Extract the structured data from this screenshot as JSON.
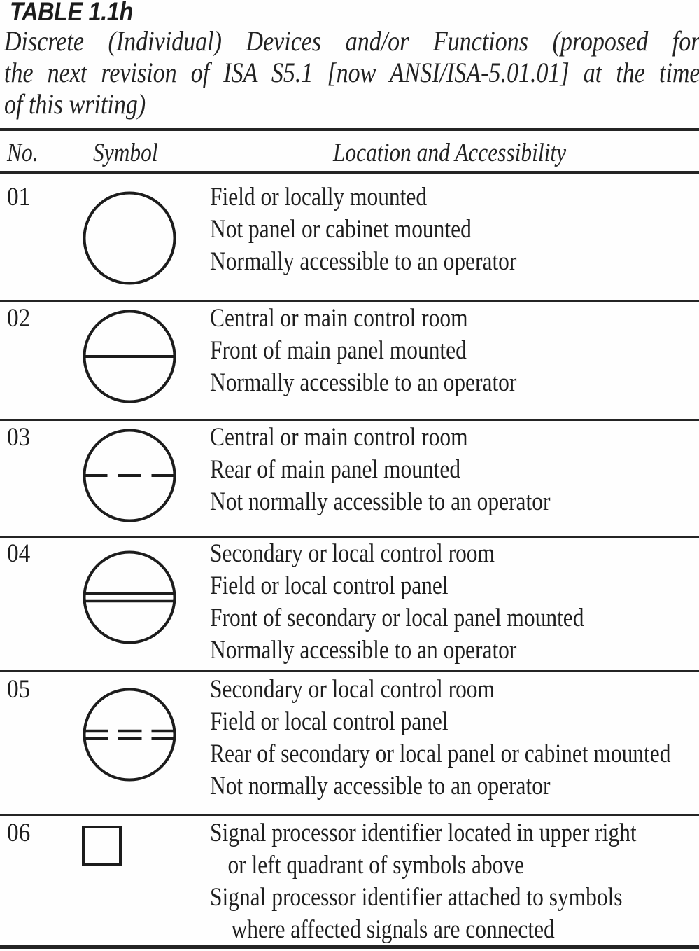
{
  "header": {
    "table_label": "TABLE 1.1h",
    "subtitle_lines": [
      "Discrete (Individual) Devices and/or Functions (proposed for",
      "the next revision of ISA S5.1 [now ANSI/ISA-5.01.01] at the time",
      "of this writing)"
    ]
  },
  "table": {
    "columns": [
      "No.",
      "Symbol",
      "Location and Accessibility"
    ],
    "rows": [
      {
        "no": "01",
        "symbol": "plain-circle",
        "lines": [
          "Field or locally mounted",
          "Not panel or cabinet mounted",
          "Normally accessible to an operator"
        ]
      },
      {
        "no": "02",
        "symbol": "circle-single-solid-line",
        "lines": [
          "Central or main control room",
          "Front of main panel mounted",
          "Normally accessible to an operator"
        ]
      },
      {
        "no": "03",
        "symbol": "circle-single-dashed-line",
        "lines": [
          "Central or main control room",
          "Rear of main panel mounted",
          "Not normally accessible to an operator"
        ]
      },
      {
        "no": "04",
        "symbol": "circle-double-solid-line",
        "lines": [
          "Secondary or local control room",
          "Field or local control panel",
          "Front of secondary or local panel mounted",
          "Normally accessible to an operator"
        ]
      },
      {
        "no": "05",
        "symbol": "circle-double-dashed-line",
        "lines": [
          "Secondary or local control room",
          "Field or local control panel",
          "Rear of secondary or local panel or cabinet mounted",
          "Not normally accessible to an operator"
        ]
      },
      {
        "no": "06",
        "symbol": "square",
        "lines": [
          "Signal processor identifier located in upper right",
          "or left quadrant of symbols above",
          "Signal processor identifier attached to symbols",
          "where affected signals are connected"
        ]
      }
    ]
  },
  "colors": {
    "ink": "#1c1c1c",
    "rule": "#242424",
    "background": "#fefefe"
  }
}
